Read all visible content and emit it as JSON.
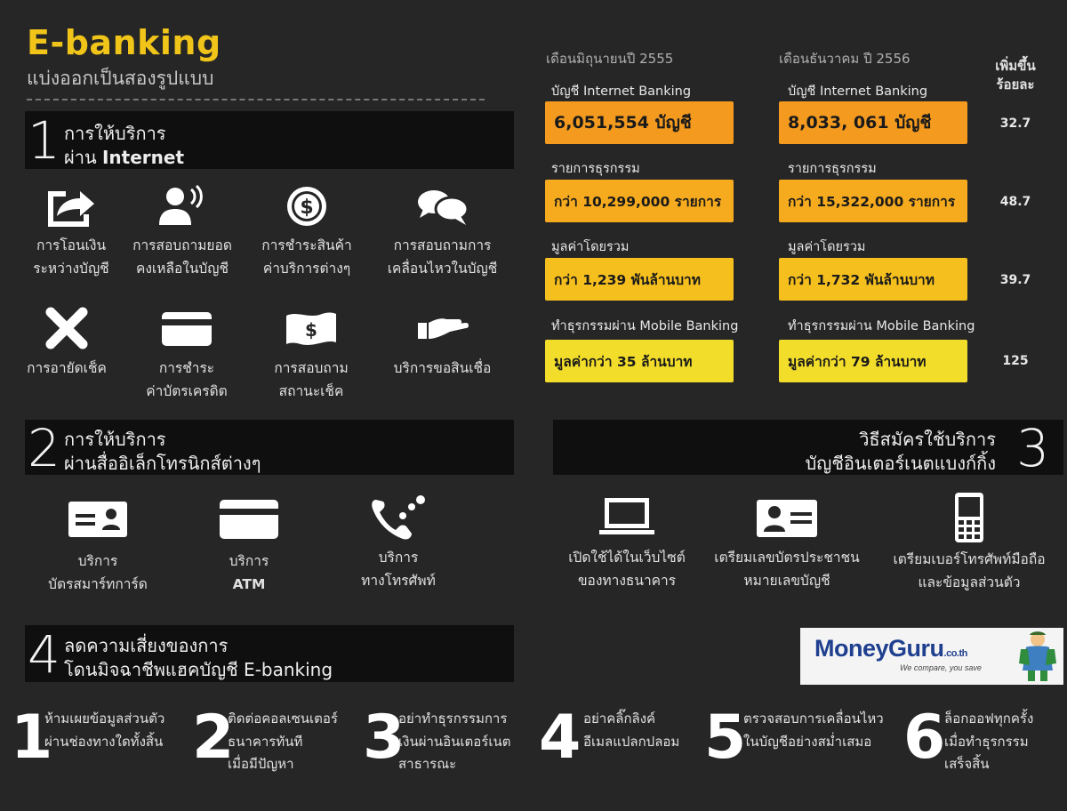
{
  "header": {
    "title": "E-banking",
    "subtitle": "แบ่งออกเป็นสองรูปแบบ"
  },
  "section1": {
    "number": "1",
    "line1": "การให้บริการ",
    "line2_prefix": "ผ่าน",
    "line2_bold": "Internet",
    "items": [
      {
        "icon": "share-icon",
        "line1": "การโอนเงิน",
        "line2": "ระหว่างบัญชี"
      },
      {
        "icon": "person-signal-icon",
        "line1": "การสอบถามยอด",
        "line2": "คงเหลือในบัญชี"
      },
      {
        "icon": "dollar-coin-icon",
        "line1": "การชำระสินค้า",
        "line2": "ค่าบริการต่างๆ"
      },
      {
        "icon": "chat-bubbles-icon",
        "line1": "การสอบถามการ",
        "line2": "เคลื่อนไหวในบัญชี"
      },
      {
        "icon": "x-icon",
        "line1": "การอายัดเช็ค",
        "line2": ""
      },
      {
        "icon": "credit-card-icon",
        "line1": "การชำระ",
        "line2": "ค่าบัตรเครดิต"
      },
      {
        "icon": "cheque-icon",
        "line1": "การสอบถาม",
        "line2": "สถานะเช็ค"
      },
      {
        "icon": "hand-icon",
        "line1": "บริการขอสินเชื่อ",
        "line2": ""
      }
    ]
  },
  "stats": {
    "col1_header": "เดือนมิถุนายนปี 2555",
    "col2_header": "เดือนธันวาคม ปี 2556",
    "col3_header_line1": "เพิ่มขึ้น",
    "col3_header_line2": "ร้อยละ",
    "rows": [
      {
        "label": "บัญชี Internet Banking",
        "v1": "6,051,554 บัญชี",
        "v2": "8,033, 061 บัญชี",
        "pct": "32.7",
        "color": "#f39a1f"
      },
      {
        "label": "รายการธุรกรรม",
        "v1": "กว่า 10,299,000 รายการ",
        "v2": "กว่า 15,322,000 รายการ",
        "pct": "48.7",
        "color": "#f6ab1e"
      },
      {
        "label": "มูลค่าโดยรวม",
        "v1": "กว่า 1,239 พันล้านบาท",
        "v2": "กว่า 1,732 พันล้านบาท",
        "pct": "39.7",
        "color": "#f5bf1e"
      },
      {
        "label": "ทำธุรกรรมผ่าน Mobile Banking",
        "v1": "มูลค่ากว่า 35 ล้านบาท",
        "v2": "มูลค่ากว่า 79 ล้านบาท",
        "pct": "125",
        "color": "#f2dd2a"
      }
    ]
  },
  "section2": {
    "number": "2",
    "line1": "การให้บริการ",
    "line2": "ผ่านสื่ออิเล็กโทรนิกส์ต่างๆ",
    "items": [
      {
        "icon": "id-card-icon",
        "line1": "บริการ",
        "line2": "บัตรสมาร์ทการ์ด"
      },
      {
        "icon": "atm-card-icon",
        "line1": "บริการ",
        "line2": "ATM"
      },
      {
        "icon": "phone-icon",
        "line1": "บริการ",
        "line2": "ทางโทรศัพท์"
      }
    ]
  },
  "section3": {
    "number": "3",
    "line1": "วิธีสมัครใช้บริการ",
    "line2": "บัญชีอินเตอร์เนตแบงก์กิ้ง",
    "items": [
      {
        "icon": "laptop-icon",
        "line1": "เปิดใช้ได้ในเว็บไซต์",
        "line2": "ของทางธนาคาร"
      },
      {
        "icon": "national-id-icon",
        "line1": "เตรียมเลขบัตรประชาชน",
        "line2": "หมายเลขบัญชี"
      },
      {
        "icon": "mobile-phone-icon",
        "line1": "เตรียมเบอร์โทรศัพท์มือถือ",
        "line2": "และข้อมูลส่วนตัว"
      }
    ]
  },
  "section4": {
    "number": "4",
    "line1": "ลดความเสี่ยงของการ",
    "line2": "โดนมิจฉาชีพแฮคบัญชี E-banking",
    "tips": [
      {
        "n": "1",
        "lines": [
          "ห้ามเผยข้อมูลส่วนตัว",
          "ผ่านช่องทางใดทั้งสิ้น"
        ]
      },
      {
        "n": "2",
        "lines": [
          "ติดต่อคอลเซนเตอร์",
          "ธนาคารทันที",
          "เมื่อมีปัญหา"
        ]
      },
      {
        "n": "3",
        "lines": [
          "อย่าทำธุรกรรมการ",
          "เงินผ่านอินเตอร์เนต",
          "สาธารณะ"
        ]
      },
      {
        "n": "4",
        "lines": [
          "อย่าคลิ๊กลิงค์",
          "อีเมลแปลกปลอม"
        ]
      },
      {
        "n": "5",
        "lines": [
          "ตรวจสอบการเคลื่อนไหว",
          "ในบัญชีอย่างสม่ำเสมอ"
        ]
      },
      {
        "n": "6",
        "lines": [
          "ล็อกออฟทุกครั้ง",
          "เมื่อทำธุรกรรม",
          "เสร็จสิ้น"
        ]
      }
    ]
  },
  "logo": {
    "brand": "MoneyGuru",
    "suffix": ".co.th",
    "tagline": "We compare, you save"
  },
  "colors": {
    "accent": "#f0c419",
    "bar": "#0f0f0f",
    "background": "#262626"
  }
}
